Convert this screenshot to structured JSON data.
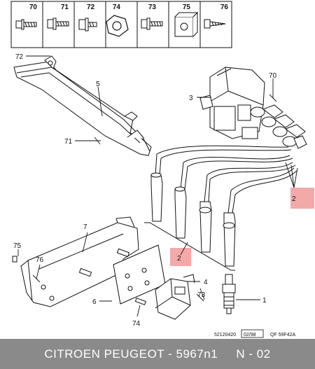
{
  "header_parts": [
    {
      "number": "70",
      "icon": "bolt-with-washer-icon"
    },
    {
      "number": "71",
      "icon": "bolt-with-collar-icon"
    },
    {
      "number": "72",
      "icon": "bolt-short-icon"
    },
    {
      "number": "74",
      "icon": "nut-icon"
    },
    {
      "number": "73",
      "icon": "bolt-with-collar-icon"
    },
    {
      "number": "75",
      "icon": "clip-nut-icon"
    },
    {
      "number": "76",
      "icon": "screw-icon"
    }
  ],
  "callouts": {
    "c72": "72",
    "c5": "5",
    "c71": "71",
    "c3": "3",
    "c70": "70",
    "c2_right": "2",
    "c7": "7",
    "c75": "75",
    "c76": "76",
    "c2_mid": "2",
    "c4": "4",
    "c73": "73",
    "c1": "1",
    "c6": "6",
    "c74": "74"
  },
  "references": {
    "drawing_no": "52120420",
    "date": "02/98",
    "code": "QF 59F42A"
  },
  "colors": {
    "highlight": "#f4a9a9",
    "footer_bg": "#8a8a8a"
  },
  "footer": {
    "text": "CITROEN PEUGEOT - 5967n1     N - 02"
  }
}
